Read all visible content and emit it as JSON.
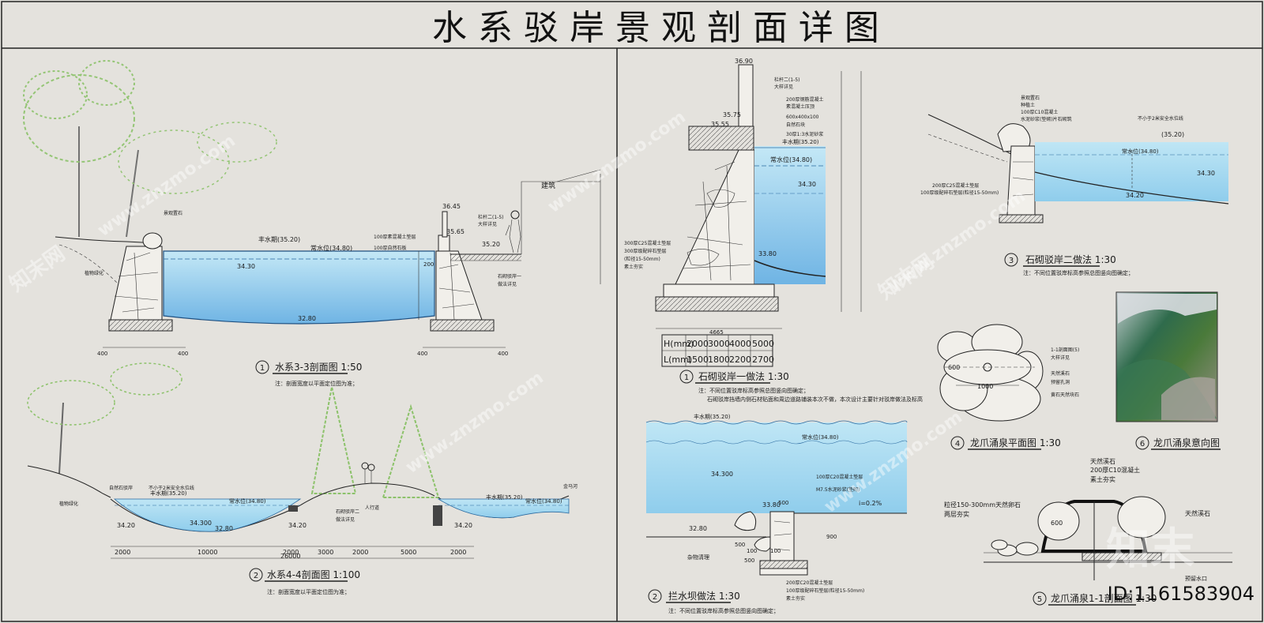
{
  "title": "水 系 驳 岸 景 观 剖 面 详 图",
  "watermarks": {
    "site": "www.znzmo.com",
    "brand_cn": "知末网",
    "logo_text": "知末",
    "id_label": "ID:1161583904"
  },
  "levels": {
    "normal": "常水位(34.80)",
    "flood": "丰水期(35.20)",
    "l3430": "34.30",
    "l3420": "34.20",
    "l3280": "32.80",
    "l34300": "34.300",
    "l3380": "33.80",
    "l3645": "36.45",
    "l3565": "35.65",
    "l3520": "35.20",
    "l3690": "36.90",
    "l3575": "35.75",
    "l3555": "35.55",
    "l3520b": "(35.20)"
  },
  "s1": {
    "caption": "水系3-3剖面图 1:50",
    "num": "1",
    "note": "注：剖面宽度以平面定位图为准；",
    "dims": [
      "400",
      "400",
      "400",
      "400",
      "200"
    ],
    "labels": [
      "景观置石",
      "植物绿化",
      "建筑",
      "栏杆二(1-5)",
      "大样详见",
      "100厚素混凝土垫层",
      "100厚自然石板",
      "石砌驳岸一",
      "做法详见"
    ]
  },
  "s2": {
    "caption": "水系4-4剖面图 1:100",
    "num": "2",
    "note": "注：剖面宽度以平面定位图为准；",
    "dims": [
      "2000",
      "10000",
      "2000",
      "3000",
      "2000",
      "5000",
      "2000"
    ],
    "total": "26000",
    "labels": [
      "自然石驳岸",
      "植物绿化",
      "不小于2米安全水位线",
      "人行道",
      "石砌驳岸二",
      "做法详见",
      "金马河"
    ]
  },
  "d1": {
    "caption": "石砌驳岸一做法 1:30",
    "num": "1",
    "note1": "注：不同位置驳岸标高参照总图竖向图确定；",
    "note2": "石砌驳岸挡墙内侧石材贴面和周边道路铺装本次不做，本次设计主要针对驳岸做法及标高",
    "table_rows": [
      [
        "H(mm)",
        "2000",
        "3000",
        "4000",
        "5000"
      ],
      [
        "L(mm)",
        "1500",
        "1800",
        "2200",
        "2700"
      ]
    ],
    "labels": [
      "栏杆二(1-5)",
      "大样详见",
      "200厚钢筋混凝土",
      "素混凝土压顶",
      "600x400x100",
      "自然石块",
      "30厚1:3水泥砂浆",
      "丰水期(35.20)",
      "300厚C25混凝土垫层",
      "300厚级配碎石垫层",
      "(粒径15-50mm)",
      "素土夯实",
      "4665"
    ]
  },
  "d2": {
    "caption": "拦水坝做法 1:30",
    "num": "2",
    "note": "注：不同位置驳岸标高参照总图竖向图确定；",
    "labels": [
      "100厚C20混凝土垫层",
      "M7.5水泥砂浆(垫砌)",
      "i=0.2%",
      "杂物清理",
      "200厚C20混凝土垫层",
      "100厚级配碎石垫层(粒径15-50mm)",
      "素土夯实"
    ],
    "dims": [
      "500",
      "900",
      "500",
      "500",
      "100",
      "100"
    ]
  },
  "d3": {
    "caption": "石砌驳岸二做法 1:30",
    "num": "3",
    "note": "注：不同位置驳岸标高参照总图竖向图确定；",
    "labels": [
      "景观置石",
      "种植土",
      "100厚C10混凝土",
      "水泥砂浆(垫砌)片石砌筑",
      "不小于2米安全水位线",
      "200厚C25混凝土垫层",
      "100厚级配碎石垫层(粒径15-50mm)"
    ]
  },
  "d4": {
    "caption": "龙爪涌泉平面图 1:30",
    "num": "4",
    "labels": [
      "1-1剖面图(5)",
      "大样详见",
      "天然溪石",
      "预留孔洞",
      "黄石天然块石"
    ],
    "dims": [
      "1000",
      "600"
    ]
  },
  "d5": {
    "caption": "龙爪涌泉1-1剖面图 1:30",
    "num": "5",
    "labels": [
      "天然溪石",
      "200厚C10混凝土",
      "素土夯实",
      "粒径150-300mm天然卵石",
      "两层夯实",
      "天然溪石",
      "预留水口"
    ],
    "dims": [
      "600"
    ]
  },
  "d6": {
    "caption": "龙爪涌泉意向图",
    "num": "6"
  },
  "colors": {
    "paper": "#e4e2dd",
    "water_top": "#c4e8f6",
    "water_bottom": "#6fb4e4",
    "tree": "#8cc26a",
    "ink": "#1a1a1a"
  }
}
